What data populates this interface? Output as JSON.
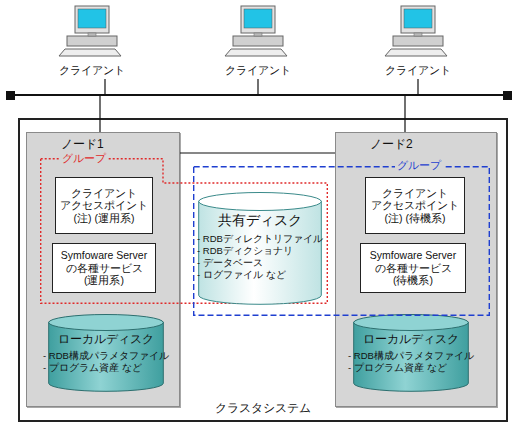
{
  "diagram": {
    "nodes": [
      {
        "text": [
          "クラスタシステム"
        ]
      },
      {
        "text": [
          "ノード1"
        ],
        "in": 0
      },
      {
        "text": [
          "グループ"
        ],
        "in": 0
      },
      {
        "text": [
          "クライアント アクセスポイント (注) (運用系)"
        ],
        "in": 1
      },
      {
        "text": [
          "Symfoware Server の各種サービス (運用系)"
        ],
        "in": 1
      },
      {
        "text": [
          "ローカルディスク",
          "- RDB構成パラメタファイル",
          "- プログラム資産 など"
        ],
        "in": 1
      },
      {
        "text": [
          "共有ディスク",
          "- RDBディレクトリファイル",
          "- RDBディクショナリ",
          "- データベース",
          "- ログファイル など"
        ],
        "in": 0
      },
      {
        "text": [
          "グループ"
        ],
        "in": 0
      },
      {
        "text": [
          "ノード2"
        ],
        "in": 0
      },
      {
        "text": [
          "クライアント アクセスポイント (注) (待機系)"
        ],
        "in": 8
      },
      {
        "text": [
          "Symfoware Server の各種サービス (待機系)"
        ],
        "in": 8
      },
      {
        "text": [
          "ローカルディスク",
          "- RDB構成パラメタファイル",
          "- プログラム資産 など"
        ],
        "in": 8
      }
    ],
    "edges": [
      {
        "from": 1,
        "to": 8,
        "arrow": "none"
      }
    ],
    "labels": [
      "クライアント",
      "クライアント",
      "クライアント"
    ]
  }
}
